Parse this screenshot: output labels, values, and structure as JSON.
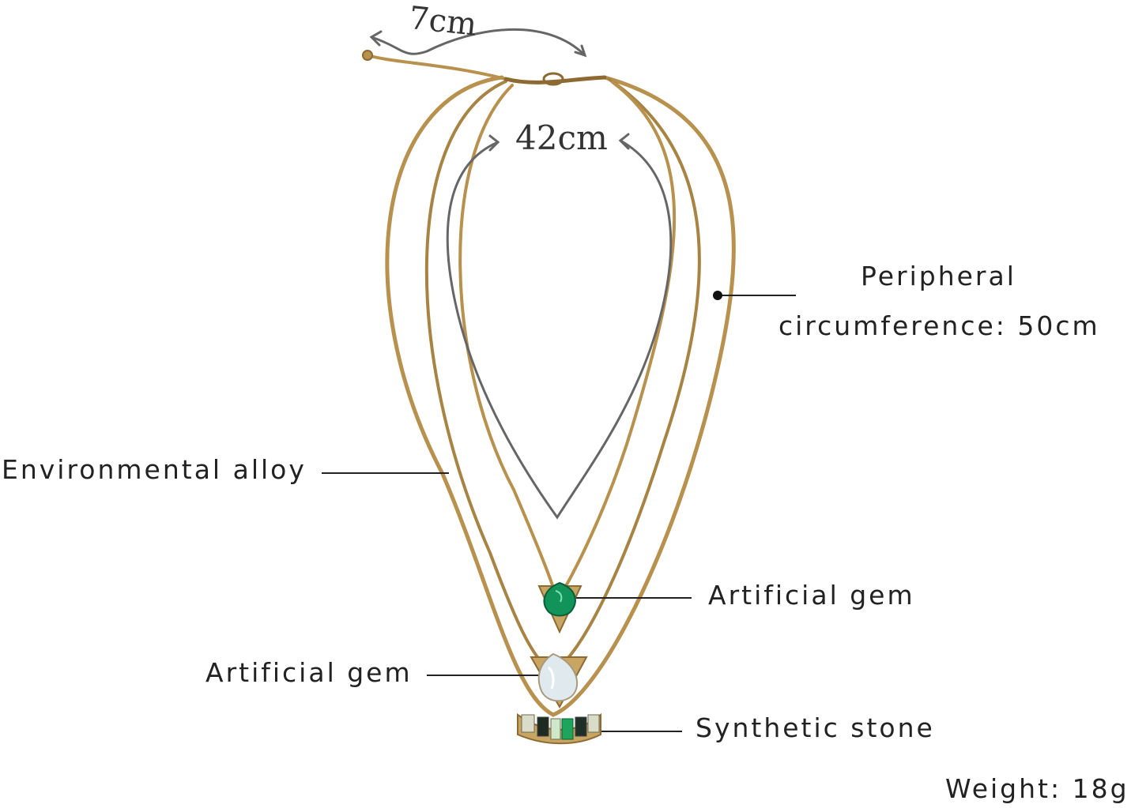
{
  "measurements": {
    "extender": "7cm",
    "inner": "42cm"
  },
  "callouts": {
    "peripheral_line1": "Peripheral",
    "peripheral_line2": "circumference: 50cm",
    "alloy": "Environmental alloy",
    "gem_top": "Artificial gem",
    "gem_middle": "Artificial gem",
    "stone": "Synthetic stone",
    "weight": "Weight: 18g"
  },
  "colors": {
    "chain": "#b8914e",
    "chain_dark": "#8c6a32",
    "emerald": "#12935a",
    "opal": "#dfe9ee",
    "arrow": "#666666",
    "leader": "#222222"
  },
  "icons": [
    "emerald-pendant-icon",
    "opal-pendant-icon",
    "synthetic-stone-bar-icon"
  ]
}
